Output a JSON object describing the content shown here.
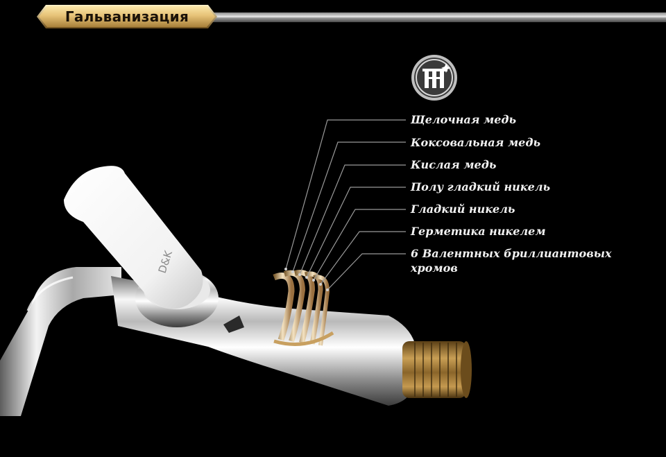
{
  "header": {
    "title": "Гальванизация"
  },
  "plating_layers": [
    {
      "label": "Щелочная медь"
    },
    {
      "label": "Коксовальная медь"
    },
    {
      "label": "Кислая медь"
    },
    {
      "label": "Полу гладкий никель"
    },
    {
      "label": "Гладкий никель"
    },
    {
      "label": "Герметика никелем"
    },
    {
      "label": "6 Валентных бриллиантовых\nхромов"
    }
  ],
  "product": {
    "brand_mark": "D&K"
  },
  "icons": {
    "plating_logo": "plating-logo-icon"
  },
  "colors": {
    "background": "#000000",
    "badge_gold": "#d9b56a",
    "label_text": "#f2f2f2",
    "chrome": "#d8d8d8",
    "brass": "#a07a3c"
  }
}
